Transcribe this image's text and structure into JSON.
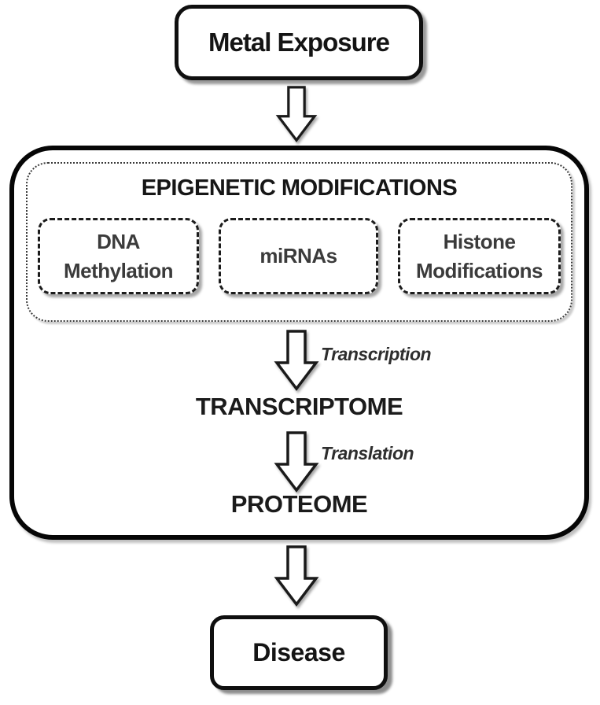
{
  "diagram": {
    "metal_exposure": {
      "label": "Metal Exposure"
    },
    "epigenetics": {
      "title": "EPIGENETIC MODIFICATIONS",
      "boxes": [
        {
          "label": "DNA Methylation"
        },
        {
          "label": "miRNAs"
        },
        {
          "label": "Histone Modifications"
        }
      ]
    },
    "flow": {
      "transcription": "Transcription",
      "transcriptome": "TRANSCRIPTOME",
      "translation": "Translation",
      "proteome": "PROTEOME"
    },
    "disease": {
      "label": "Disease"
    },
    "colors": {
      "ink": "#111111",
      "label_gray": "#3b3b3b",
      "background": "#ffffff"
    }
  }
}
